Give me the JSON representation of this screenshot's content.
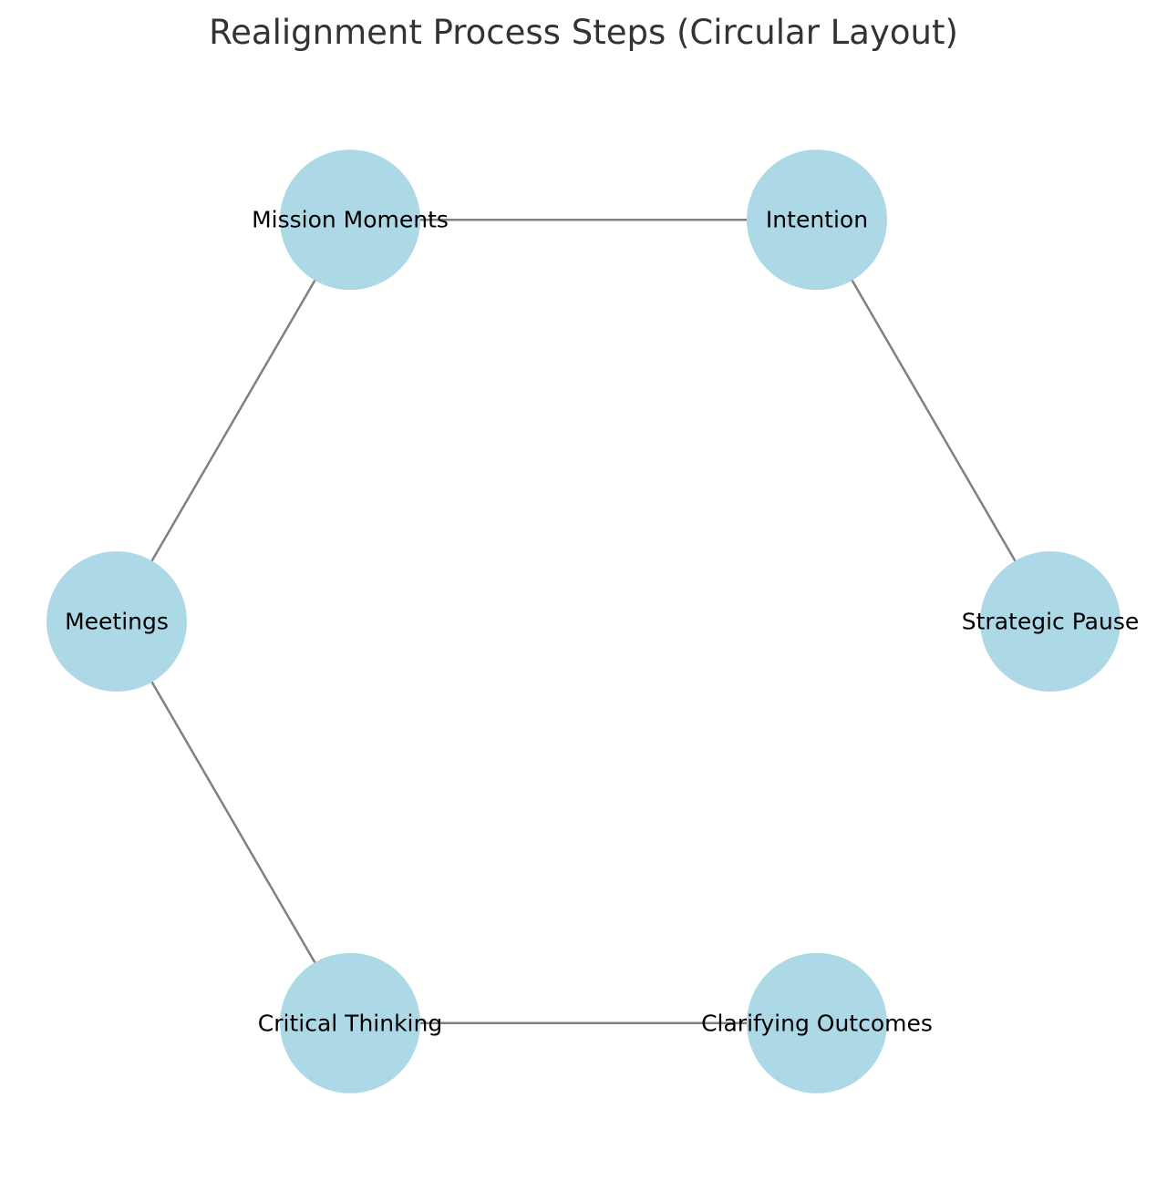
{
  "title": "Realignment Process Steps (Circular Layout)",
  "colors": {
    "node_fill": "#add8e6",
    "edge_stroke": "#808080",
    "label": "#000000",
    "title": "#333333"
  },
  "nodes": [
    {
      "id": "intention",
      "label": "Intention"
    },
    {
      "id": "mission-moments",
      "label": "Mission Moments"
    },
    {
      "id": "meetings",
      "label": "Meetings"
    },
    {
      "id": "critical-thinking",
      "label": "Critical Thinking"
    },
    {
      "id": "clarifying-outcomes",
      "label": "Clarifying Outcomes"
    },
    {
      "id": "strategic-pause",
      "label": "Strategic Pause"
    }
  ],
  "edges": [
    {
      "from": "intention",
      "to": "mission-moments"
    },
    {
      "from": "mission-moments",
      "to": "meetings"
    },
    {
      "from": "meetings",
      "to": "critical-thinking"
    },
    {
      "from": "critical-thinking",
      "to": "clarifying-outcomes"
    },
    {
      "from": "strategic-pause",
      "to": "intention"
    }
  ]
}
